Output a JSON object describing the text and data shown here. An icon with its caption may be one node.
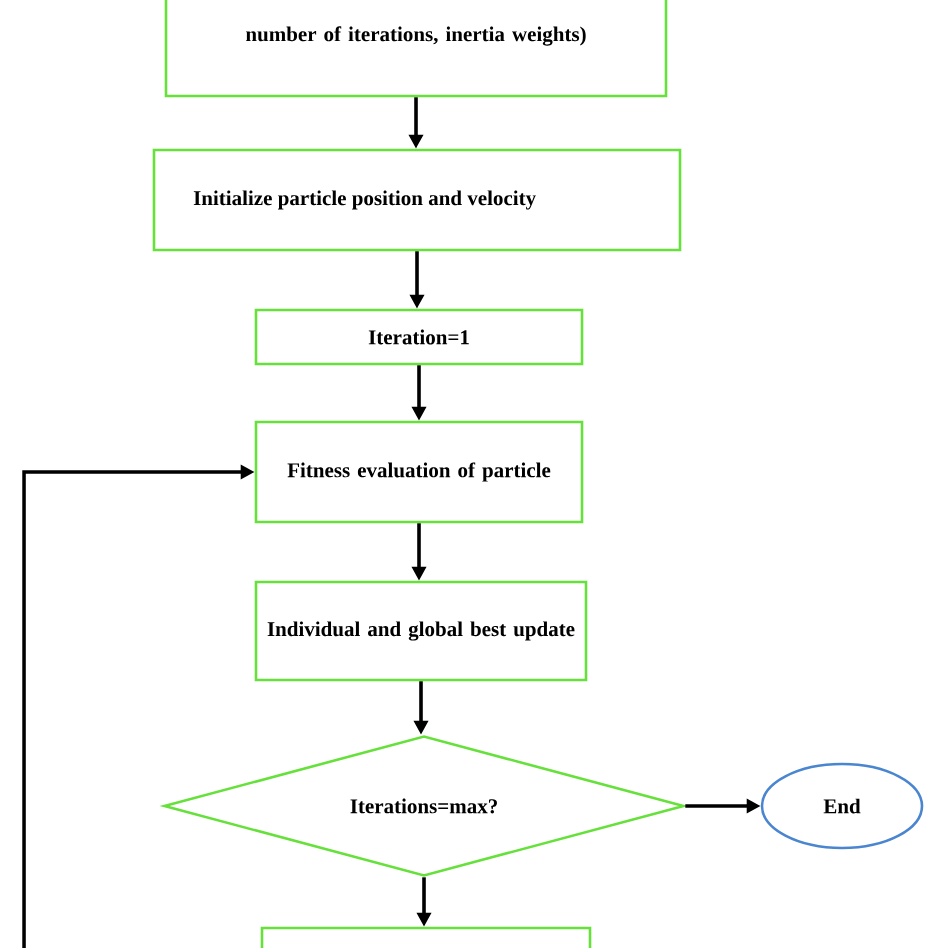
{
  "diagram": {
    "nodes": [
      {
        "text": [
          "number of iterations, inertia weights)"
        ]
      },
      {
        "text": [
          "Initialize particle position and velocity"
        ]
      },
      {
        "text": [
          "Iteration=1"
        ]
      },
      {
        "text": [
          "Fitness evaluation of particle"
        ]
      },
      {
        "text": [
          "Individual and global best update"
        ]
      },
      {
        "text": [
          "Iterations=max?"
        ]
      },
      {
        "text": [
          "End"
        ]
      },
      {
        "text": [],
        "shape": "box"
      }
    ],
    "edges": [
      {
        "from": 0,
        "to": 1,
        "arrow": "to"
      },
      {
        "from": 1,
        "to": 2,
        "arrow": "to"
      },
      {
        "from": 2,
        "to": 3,
        "arrow": "to"
      },
      {
        "from": 3,
        "to": 4,
        "arrow": "to"
      },
      {
        "from": 4,
        "to": 5,
        "arrow": "to"
      },
      {
        "from": 5,
        "to": 6,
        "arrow": "to"
      },
      {
        "from": 5,
        "to": 7,
        "arrow": "to"
      },
      {
        "from": null,
        "to": 3,
        "arrow": "to"
      }
    ]
  }
}
